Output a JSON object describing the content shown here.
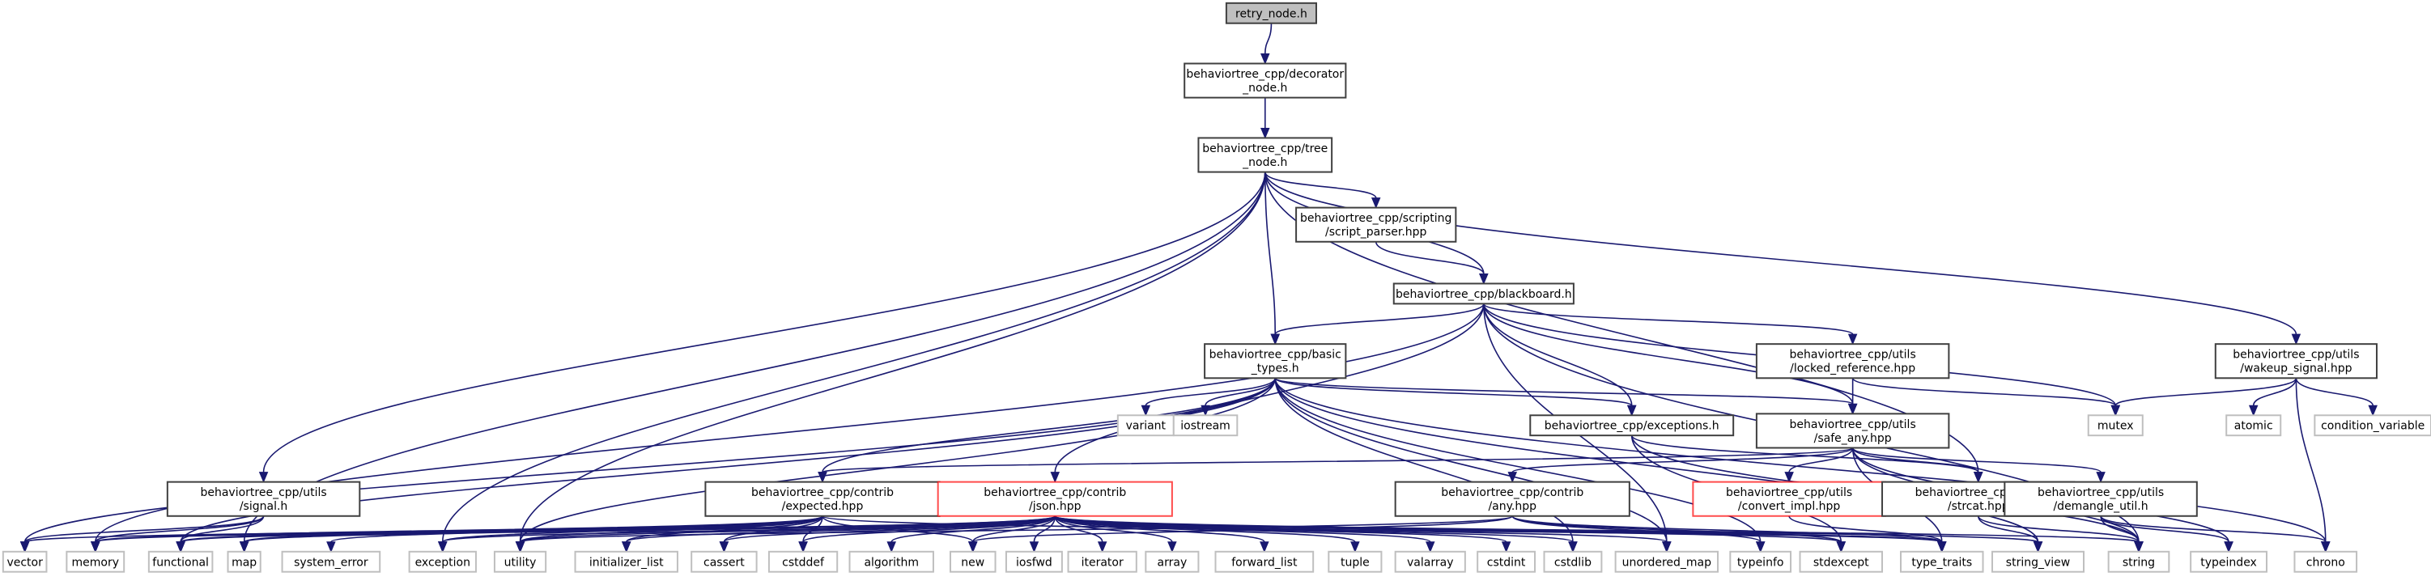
{
  "title": "retry_node.h include dependency graph",
  "colors": {
    "edge": "#191970",
    "node_border": "#404040",
    "external_border": "#bfbfbf",
    "truncated_border": "#ff0000",
    "root_fill": "#bfbfbf"
  },
  "nodes": [
    {
      "id": "retry_node",
      "lines": [
        "retry_node.h"
      ],
      "kind": "root"
    },
    {
      "id": "decorator_node",
      "lines": [
        "behaviortree_cpp/decorator",
        "_node.h"
      ],
      "kind": "local"
    },
    {
      "id": "tree_node",
      "lines": [
        "behaviortree_cpp/tree",
        "_node.h"
      ],
      "kind": "local"
    },
    {
      "id": "script_parser",
      "lines": [
        "behaviortree_cpp/scripting",
        "/script_parser.hpp"
      ],
      "kind": "local"
    },
    {
      "id": "blackboard",
      "lines": [
        "behaviortree_cpp/blackboard.h"
      ],
      "kind": "local"
    },
    {
      "id": "basic_types",
      "lines": [
        "behaviortree_cpp/basic",
        "_types.h"
      ],
      "kind": "local"
    },
    {
      "id": "locked_reference",
      "lines": [
        "behaviortree_cpp/utils",
        "/locked_reference.hpp"
      ],
      "kind": "local"
    },
    {
      "id": "wakeup_signal",
      "lines": [
        "behaviortree_cpp/utils",
        "/wakeup_signal.hpp"
      ],
      "kind": "local"
    },
    {
      "id": "exceptions",
      "lines": [
        "behaviortree_cpp/exceptions.h"
      ],
      "kind": "local"
    },
    {
      "id": "safe_any",
      "lines": [
        "behaviortree_cpp/utils",
        "/safe_any.hpp"
      ],
      "kind": "local"
    },
    {
      "id": "signal",
      "lines": [
        "behaviortree_cpp/utils",
        "/signal.h"
      ],
      "kind": "local"
    },
    {
      "id": "expected",
      "lines": [
        "behaviortree_cpp/contrib",
        "/expected.hpp"
      ],
      "kind": "local"
    },
    {
      "id": "json",
      "lines": [
        "behaviortree_cpp/contrib",
        "/json.hpp"
      ],
      "kind": "truncated"
    },
    {
      "id": "any",
      "lines": [
        "behaviortree_cpp/contrib",
        "/any.hpp"
      ],
      "kind": "local"
    },
    {
      "id": "convert_impl",
      "lines": [
        "behaviortree_cpp/utils",
        "/convert_impl.hpp"
      ],
      "kind": "truncated"
    },
    {
      "id": "strcat",
      "lines": [
        "behaviortree_cpp/utils",
        "/strcat.hpp"
      ],
      "kind": "local"
    },
    {
      "id": "demangle_util",
      "lines": [
        "behaviortree_cpp/utils",
        "/demangle_util.h"
      ],
      "kind": "local"
    },
    {
      "id": "variant",
      "lines": [
        "variant"
      ],
      "kind": "external"
    },
    {
      "id": "iostream",
      "lines": [
        "iostream"
      ],
      "kind": "external"
    },
    {
      "id": "mutex",
      "lines": [
        "mutex"
      ],
      "kind": "external"
    },
    {
      "id": "atomic",
      "lines": [
        "atomic"
      ],
      "kind": "external"
    },
    {
      "id": "condition_variable",
      "lines": [
        "condition_variable"
      ],
      "kind": "external"
    },
    {
      "id": "vector",
      "lines": [
        "vector"
      ],
      "kind": "external"
    },
    {
      "id": "memory",
      "lines": [
        "memory"
      ],
      "kind": "external"
    },
    {
      "id": "functional",
      "lines": [
        "functional"
      ],
      "kind": "external"
    },
    {
      "id": "map",
      "lines": [
        "map"
      ],
      "kind": "external"
    },
    {
      "id": "system_error",
      "lines": [
        "system_error"
      ],
      "kind": "external"
    },
    {
      "id": "exception",
      "lines": [
        "exception"
      ],
      "kind": "external"
    },
    {
      "id": "utility",
      "lines": [
        "utility"
      ],
      "kind": "external"
    },
    {
      "id": "initializer_list",
      "lines": [
        "initializer_list"
      ],
      "kind": "external"
    },
    {
      "id": "cassert",
      "lines": [
        "cassert"
      ],
      "kind": "external"
    },
    {
      "id": "cstddef",
      "lines": [
        "cstddef"
      ],
      "kind": "external"
    },
    {
      "id": "algorithm",
      "lines": [
        "algorithm"
      ],
      "kind": "external"
    },
    {
      "id": "new",
      "lines": [
        "new"
      ],
      "kind": "external"
    },
    {
      "id": "iosfwd",
      "lines": [
        "iosfwd"
      ],
      "kind": "external"
    },
    {
      "id": "iterator",
      "lines": [
        "iterator"
      ],
      "kind": "external"
    },
    {
      "id": "array",
      "lines": [
        "array"
      ],
      "kind": "external"
    },
    {
      "id": "forward_list",
      "lines": [
        "forward_list"
      ],
      "kind": "external"
    },
    {
      "id": "tuple",
      "lines": [
        "tuple"
      ],
      "kind": "external"
    },
    {
      "id": "valarray",
      "lines": [
        "valarray"
      ],
      "kind": "external"
    },
    {
      "id": "cstdint",
      "lines": [
        "cstdint"
      ],
      "kind": "external"
    },
    {
      "id": "cstdlib",
      "lines": [
        "cstdlib"
      ],
      "kind": "external"
    },
    {
      "id": "unordered_map",
      "lines": [
        "unordered_map"
      ],
      "kind": "external"
    },
    {
      "id": "typeinfo",
      "lines": [
        "typeinfo"
      ],
      "kind": "external"
    },
    {
      "id": "stdexcept",
      "lines": [
        "stdexcept"
      ],
      "kind": "external"
    },
    {
      "id": "type_traits",
      "lines": [
        "type_traits"
      ],
      "kind": "external"
    },
    {
      "id": "string_view",
      "lines": [
        "string_view"
      ],
      "kind": "external"
    },
    {
      "id": "string",
      "lines": [
        "string"
      ],
      "kind": "external"
    },
    {
      "id": "typeindex",
      "lines": [
        "typeindex"
      ],
      "kind": "external"
    },
    {
      "id": "chrono",
      "lines": [
        "chrono"
      ],
      "kind": "external"
    }
  ],
  "edges": [
    [
      "retry_node",
      "decorator_node"
    ],
    [
      "decorator_node",
      "tree_node"
    ],
    [
      "tree_node",
      "script_parser"
    ],
    [
      "tree_node",
      "blackboard"
    ],
    [
      "tree_node",
      "basic_types"
    ],
    [
      "tree_node",
      "wakeup_signal"
    ],
    [
      "tree_node",
      "signal"
    ],
    [
      "tree_node",
      "strcat"
    ],
    [
      "tree_node",
      "map"
    ],
    [
      "tree_node",
      "exception"
    ],
    [
      "tree_node",
      "utility"
    ],
    [
      "script_parser",
      "blackboard"
    ],
    [
      "blackboard",
      "basic_types"
    ],
    [
      "blackboard",
      "locked_reference"
    ],
    [
      "blackboard",
      "exceptions"
    ],
    [
      "blackboard",
      "safe_any"
    ],
    [
      "blackboard",
      "json"
    ],
    [
      "blackboard",
      "mutex"
    ],
    [
      "blackboard",
      "memory"
    ],
    [
      "blackboard",
      "string"
    ],
    [
      "blackboard",
      "unordered_map"
    ],
    [
      "basic_types",
      "variant"
    ],
    [
      "basic_types",
      "iostream"
    ],
    [
      "basic_types",
      "exceptions"
    ],
    [
      "basic_types",
      "safe_any"
    ],
    [
      "basic_types",
      "expected"
    ],
    [
      "basic_types",
      "vector"
    ],
    [
      "basic_types",
      "functional"
    ],
    [
      "basic_types",
      "utility"
    ],
    [
      "basic_types",
      "chrono"
    ],
    [
      "basic_types",
      "string_view"
    ],
    [
      "basic_types",
      "typeinfo"
    ],
    [
      "basic_types",
      "unordered_map"
    ],
    [
      "basic_types",
      "cstdlib"
    ],
    [
      "locked_reference",
      "safe_any"
    ],
    [
      "locked_reference",
      "mutex"
    ],
    [
      "wakeup_signal",
      "mutex"
    ],
    [
      "wakeup_signal",
      "atomic"
    ],
    [
      "wakeup_signal",
      "condition_variable"
    ],
    [
      "wakeup_signal",
      "chrono"
    ],
    [
      "exceptions",
      "strcat"
    ],
    [
      "exceptions",
      "stdexcept"
    ],
    [
      "exceptions",
      "string"
    ],
    [
      "safe_any",
      "any"
    ],
    [
      "safe_any",
      "expected"
    ],
    [
      "safe_any",
      "convert_impl"
    ],
    [
      "safe_any",
      "strcat"
    ],
    [
      "safe_any",
      "demangle_util"
    ],
    [
      "safe_any",
      "string"
    ],
    [
      "safe_any",
      "type_traits"
    ],
    [
      "safe_any",
      "typeindex"
    ],
    [
      "signal",
      "vector"
    ],
    [
      "signal",
      "memory"
    ],
    [
      "signal",
      "functional"
    ],
    [
      "expected",
      "memory"
    ],
    [
      "expected",
      "functional"
    ],
    [
      "expected",
      "map"
    ],
    [
      "expected",
      "exception"
    ],
    [
      "expected",
      "utility"
    ],
    [
      "expected",
      "initializer_list"
    ],
    [
      "expected",
      "cassert"
    ],
    [
      "expected",
      "cstddef"
    ],
    [
      "expected",
      "new"
    ],
    [
      "expected",
      "system_error"
    ],
    [
      "expected",
      "type_traits"
    ],
    [
      "json",
      "vector"
    ],
    [
      "json",
      "memory"
    ],
    [
      "json",
      "functional"
    ],
    [
      "json",
      "map"
    ],
    [
      "json",
      "exception"
    ],
    [
      "json",
      "utility"
    ],
    [
      "json",
      "initializer_list"
    ],
    [
      "json",
      "cassert"
    ],
    [
      "json",
      "cstddef"
    ],
    [
      "json",
      "algorithm"
    ],
    [
      "json",
      "new"
    ],
    [
      "json",
      "iosfwd"
    ],
    [
      "json",
      "iterator"
    ],
    [
      "json",
      "array"
    ],
    [
      "json",
      "forward_list"
    ],
    [
      "json",
      "tuple"
    ],
    [
      "json",
      "valarray"
    ],
    [
      "json",
      "cstdint"
    ],
    [
      "json",
      "cstdlib"
    ],
    [
      "json",
      "unordered_map"
    ],
    [
      "json",
      "stdexcept"
    ],
    [
      "json",
      "type_traits"
    ],
    [
      "json",
      "string_view"
    ],
    [
      "json",
      "string"
    ],
    [
      "any",
      "new"
    ],
    [
      "any",
      "utility"
    ],
    [
      "any",
      "typeinfo"
    ],
    [
      "any",
      "stdexcept"
    ],
    [
      "any",
      "type_traits"
    ],
    [
      "convert_impl",
      "type_traits"
    ],
    [
      "strcat",
      "string_view"
    ],
    [
      "strcat",
      "string"
    ],
    [
      "demangle_util",
      "string"
    ],
    [
      "demangle_util",
      "typeindex"
    ],
    [
      "demangle_util",
      "chrono"
    ]
  ]
}
